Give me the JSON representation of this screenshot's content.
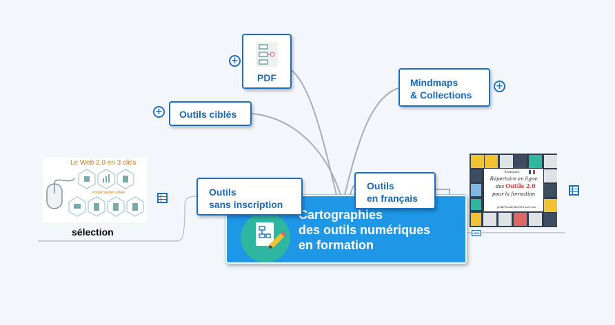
{
  "central": {
    "title": "Cartographies\ndes outils numériques\nen formation"
  },
  "branches": {
    "pdf": {
      "label": "PDF"
    },
    "outils_cibles": {
      "label": "Outils ciblés"
    },
    "mindmaps": {
      "label": "Mindmaps\n& Collections"
    },
    "sans_inscription": {
      "label": "Outils\nsans inscription"
    },
    "en_francais": {
      "label": "Outils\nen français"
    }
  },
  "left_image": {
    "heading": "Le Web 2.0 en 3 clics",
    "credit": "Portail Skoden /ZEEF",
    "caption": "sélection"
  },
  "right_image": {
    "lang": "-français-",
    "line1": "Répertoire en ligne",
    "line2": "des",
    "line2b": "Outils 2.0",
    "line3": "pour la formation",
    "footer": "profil/Portail/SKODEN.zeef.com"
  },
  "icons": {
    "expand": "plus-circle-icon",
    "grid": "grid-icon",
    "central": "document-pencil-icon",
    "pdf": "flowchart-icon"
  },
  "colors": {
    "node_border": "#1a6fc2",
    "node_text": "#1769b8",
    "central_fill": "#1e97e6",
    "central_icon": "#2eb6a1",
    "connector": "#a9aeb4"
  }
}
